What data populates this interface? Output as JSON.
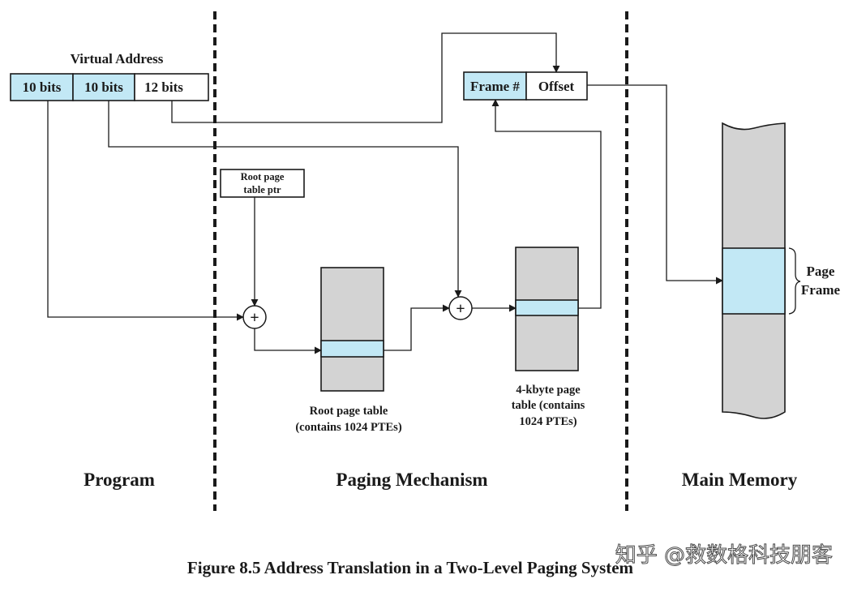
{
  "diagram": {
    "colors": {
      "field_highlight": "#c2e8f5",
      "table_fill": "#d3d3d3",
      "line": "#1a1a1a"
    },
    "virtual_address": {
      "title": "Virtual Address",
      "fields": [
        "10 bits",
        "10 bits",
        "12 bits"
      ]
    },
    "physical_address": {
      "frame_label": "Frame #",
      "offset_label": "Offset"
    },
    "root_ptr": {
      "line1": "Root page",
      "line2": "table ptr"
    },
    "adder_symbol": "+",
    "root_table": {
      "line1": "Root page table",
      "line2": "(contains 1024 PTEs)"
    },
    "page_table": {
      "line1": "4-kbyte page",
      "line2": "table (contains",
      "line3": "1024 PTEs)"
    },
    "main_memory": {
      "frame_line1": "Page",
      "frame_line2": "Frame"
    },
    "regions": {
      "program": "Program",
      "paging": "Paging Mechanism",
      "memory": "Main Memory"
    },
    "caption": "Figure 8.5  Address Translation in a Two-Level Paging System",
    "watermark": "知乎 @救数格科技朋客"
  }
}
